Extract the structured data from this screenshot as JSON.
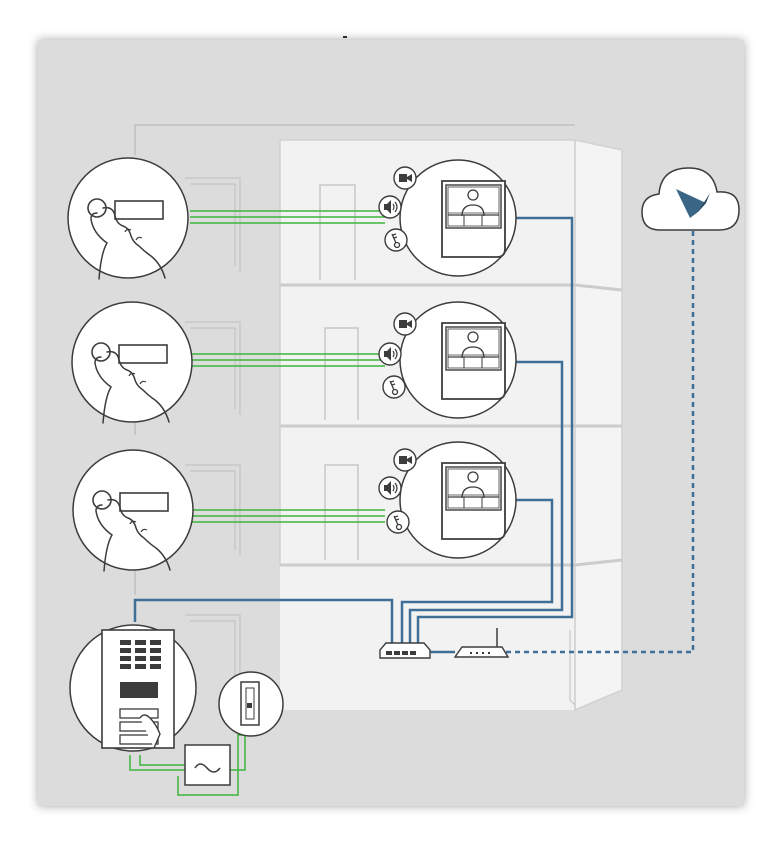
{
  "diagram": {
    "description_free": true,
    "floors": [
      {
        "id": "floor-1",
        "call_button_icon": "doorbell-press-icon",
        "monitor_icons": [
          "video-camera-icon",
          "speaker-icon",
          "door-key-icon"
        ]
      },
      {
        "id": "floor-2",
        "call_button_icon": "doorbell-press-icon",
        "monitor_icons": [
          "video-camera-icon",
          "speaker-icon",
          "door-key-icon"
        ]
      },
      {
        "id": "floor-3",
        "call_button_icon": "doorbell-press-icon",
        "monitor_icons": [
          "video-camera-icon",
          "speaker-icon",
          "door-key-icon"
        ]
      }
    ],
    "devices": {
      "door_station_icon": "door-station-panel-icon",
      "door_opener_icon": "electric-door-opener-icon",
      "power_supply_icon": "ac-power-supply-icon",
      "switch_icon": "network-switch-icon",
      "router_icon": "router-icon",
      "cloud_icon": "cloud-service-icon"
    },
    "colors": {
      "background_panel": "#dcdcdc",
      "building": "#f2f2f2",
      "network_line": "#3f6e96",
      "bus_line": "#3cb43c",
      "outline": "#3c3c3c",
      "cloud_logo": "#3a6585"
    }
  }
}
